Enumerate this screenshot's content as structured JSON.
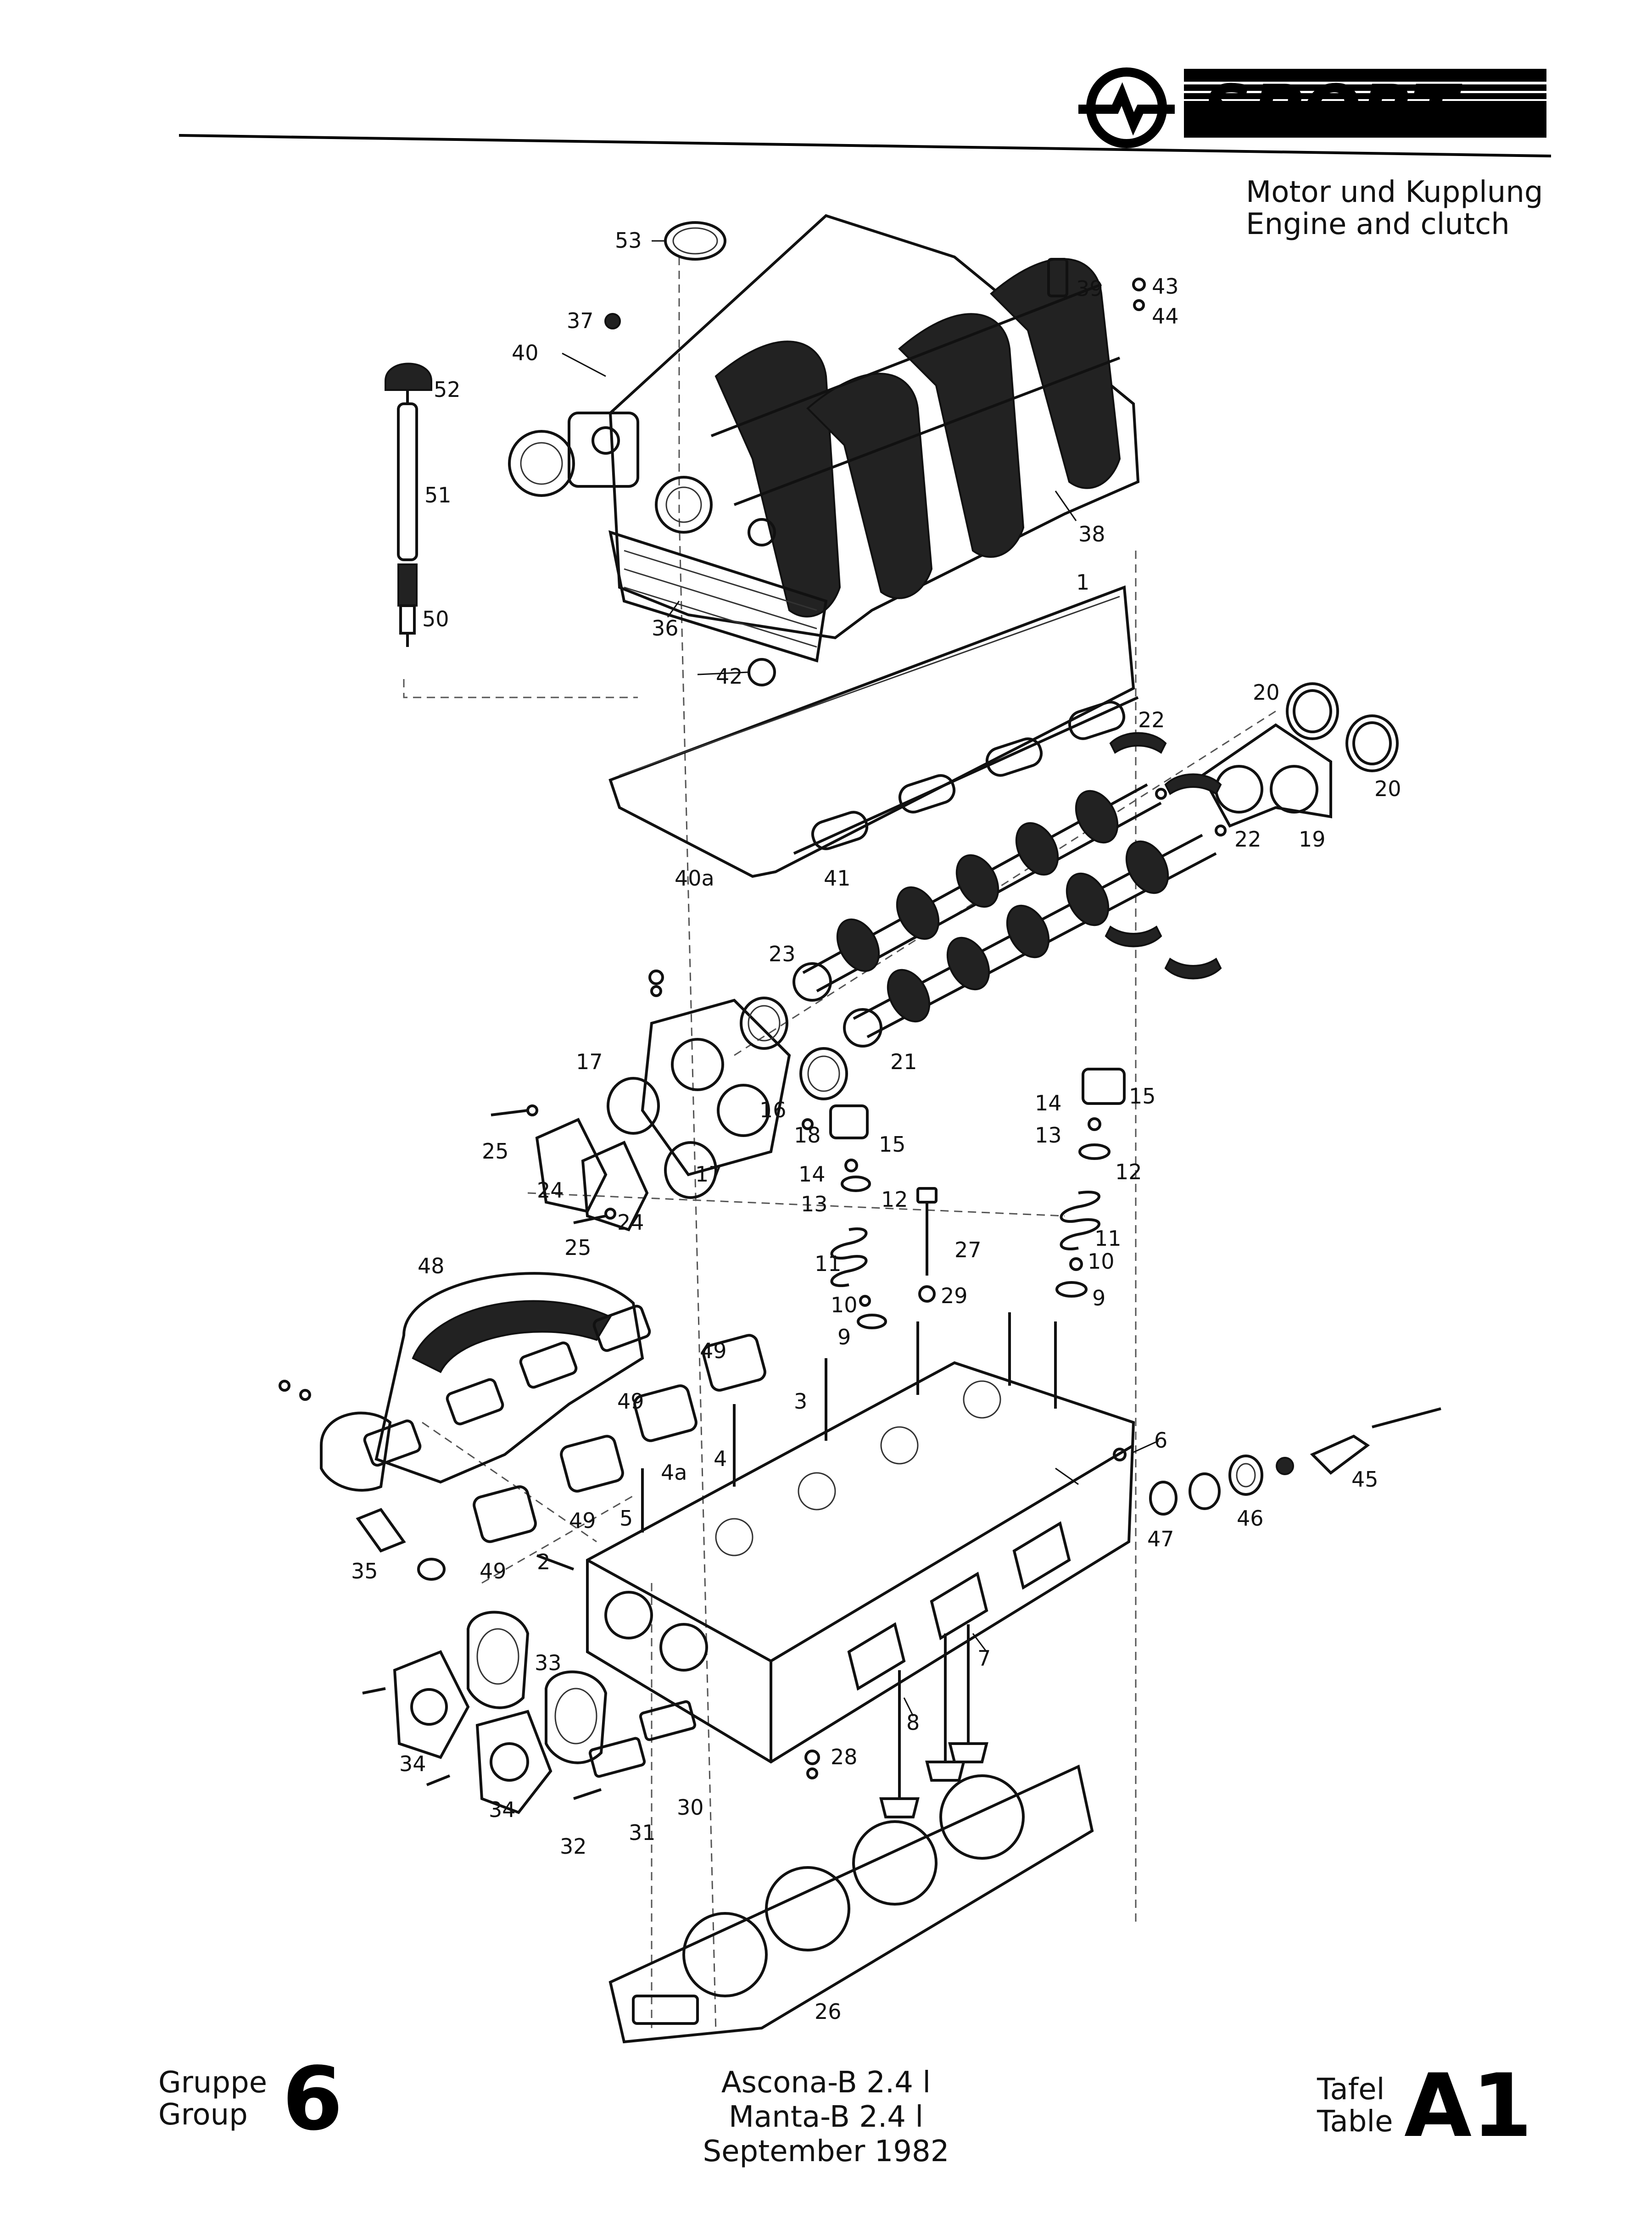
{
  "header": {
    "brand_text": "SPORT",
    "logo": "opel-blitz-logo",
    "title_de": "Motor und Kupplung",
    "title_en": "Engine and clutch"
  },
  "diagram": {
    "parts": [
      {
        "num": "1",
        "name": "cylinder-head"
      },
      {
        "num": "2"
      },
      {
        "num": "3"
      },
      {
        "num": "4"
      },
      {
        "num": "4a"
      },
      {
        "num": "5"
      },
      {
        "num": "6"
      },
      {
        "num": "7"
      },
      {
        "num": "8"
      },
      {
        "num": "9"
      },
      {
        "num": "10"
      },
      {
        "num": "11"
      },
      {
        "num": "12"
      },
      {
        "num": "13"
      },
      {
        "num": "14"
      },
      {
        "num": "15"
      },
      {
        "num": "16"
      },
      {
        "num": "17"
      },
      {
        "num": "18"
      },
      {
        "num": "19"
      },
      {
        "num": "20"
      },
      {
        "num": "21"
      },
      {
        "num": "22"
      },
      {
        "num": "23"
      },
      {
        "num": "24"
      },
      {
        "num": "25"
      },
      {
        "num": "26"
      },
      {
        "num": "27"
      },
      {
        "num": "28"
      },
      {
        "num": "29"
      },
      {
        "num": "30"
      },
      {
        "num": "31"
      },
      {
        "num": "32"
      },
      {
        "num": "33"
      },
      {
        "num": "34"
      },
      {
        "num": "35"
      },
      {
        "num": "36"
      },
      {
        "num": "37"
      },
      {
        "num": "38"
      },
      {
        "num": "39"
      },
      {
        "num": "40"
      },
      {
        "num": "40a"
      },
      {
        "num": "41"
      },
      {
        "num": "42"
      },
      {
        "num": "43"
      },
      {
        "num": "44"
      },
      {
        "num": "45"
      },
      {
        "num": "46"
      },
      {
        "num": "47"
      },
      {
        "num": "48"
      },
      {
        "num": "49"
      },
      {
        "num": "50"
      },
      {
        "num": "51"
      },
      {
        "num": "52"
      },
      {
        "num": "53"
      }
    ]
  },
  "footer": {
    "group_de": "Gruppe",
    "group_en": "Group",
    "group_number": "6",
    "model_1": "Ascona-B 2.4 l",
    "model_2": "Manta-B 2.4 l",
    "date": "September 1982",
    "table_de": "Tafel",
    "table_en": "Table",
    "table_number": "A1"
  }
}
